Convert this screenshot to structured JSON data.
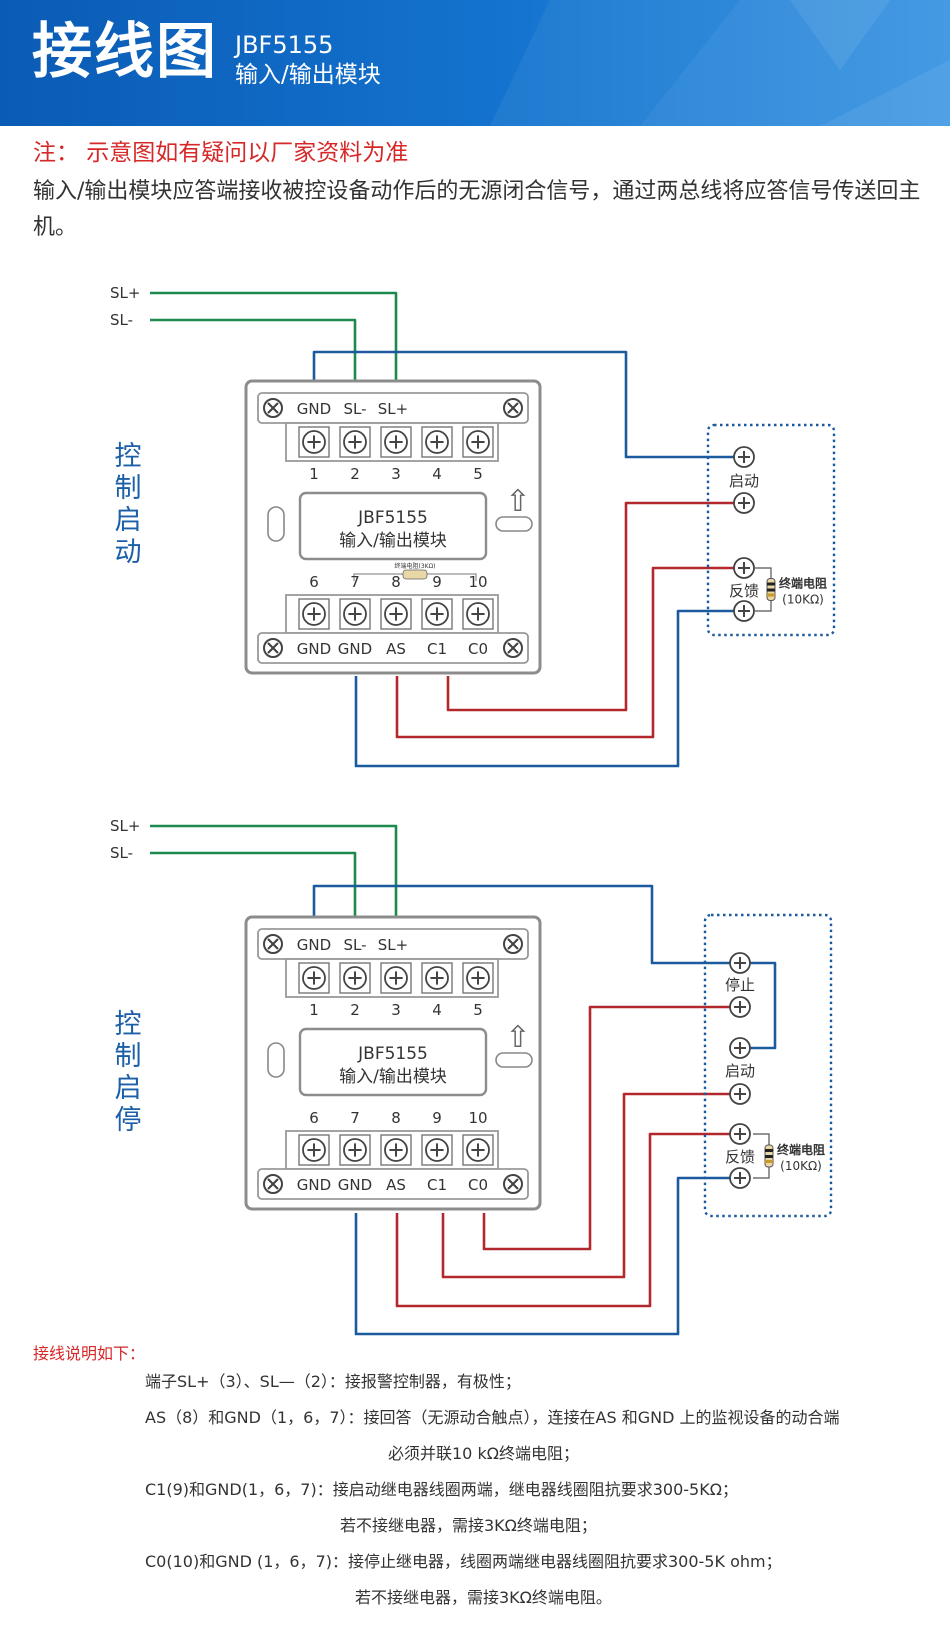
{
  "header": {
    "title": "接线图",
    "model": "JBF5155",
    "subtitle": "输入/输出模块"
  },
  "note": "注：  示意图如有疑问以厂家资料为准",
  "description": "输入/输出模块应答端接收被控设备动作后的无源闭合信号，通过两总线将应答信号传送回主机。",
  "colors": {
    "header_blue": "#1066c4",
    "side_label_blue": "#1a5fa8",
    "wire_green": "#1b8a4c",
    "wire_blue": "#1b5a9e",
    "wire_red": "#b3282c",
    "note_red": "#d62828"
  },
  "bus_labels": {
    "sl_plus": "SL+",
    "sl_minus": "SL-"
  },
  "module": {
    "model": "JBF5155",
    "name": "输入/输出模块",
    "top_terminals": [
      "GND",
      "SL-",
      "SL+"
    ],
    "top_numbers": [
      "1",
      "2",
      "3",
      "4",
      "5"
    ],
    "bottom_numbers": [
      "6",
      "7",
      "8",
      "9",
      "10"
    ],
    "bottom_terminals": [
      "GND",
      "GND",
      "AS",
      "C1",
      "C0"
    ],
    "resistor_label": "终端电阻(3KΩ)",
    "arrow": "⇧"
  },
  "diagrams": [
    {
      "side_label": [
        "控",
        "制",
        "启",
        "动"
      ],
      "device_labels": {
        "start": "启动",
        "feedback": "反馈"
      }
    },
    {
      "side_label": [
        "控",
        "制",
        "启",
        "停"
      ],
      "device_labels": {
        "stop": "停止",
        "start": "启动",
        "feedback": "反馈"
      }
    }
  ],
  "end_resistor": {
    "title": "终端电阻",
    "value": "(10KΩ)"
  },
  "notes": {
    "title": "接线说明如下：",
    "lines": [
      "端子SL+（3）、SL—（2）：接报警控制器，有极性；",
      "AS（8）和GND（1，6，7）：接回答（无源动合触点），连接在AS 和GND 上的监视设备的动合端",
      "必须并联10 kΩ终端电阻；",
      "C1(9)和GND(1，6，7)：接启动继电器线圈两端，继电器线圈阻抗要求300-5KΩ；",
      "若不接继电器，需接3KΩ终端电阻；",
      "C0(10)和GND (1，6，7)：接停止继电器，线圈两端继电器线圈阻抗要求300-5K ohm；",
      "若不接继电器，需接3KΩ终端电阻。"
    ]
  }
}
